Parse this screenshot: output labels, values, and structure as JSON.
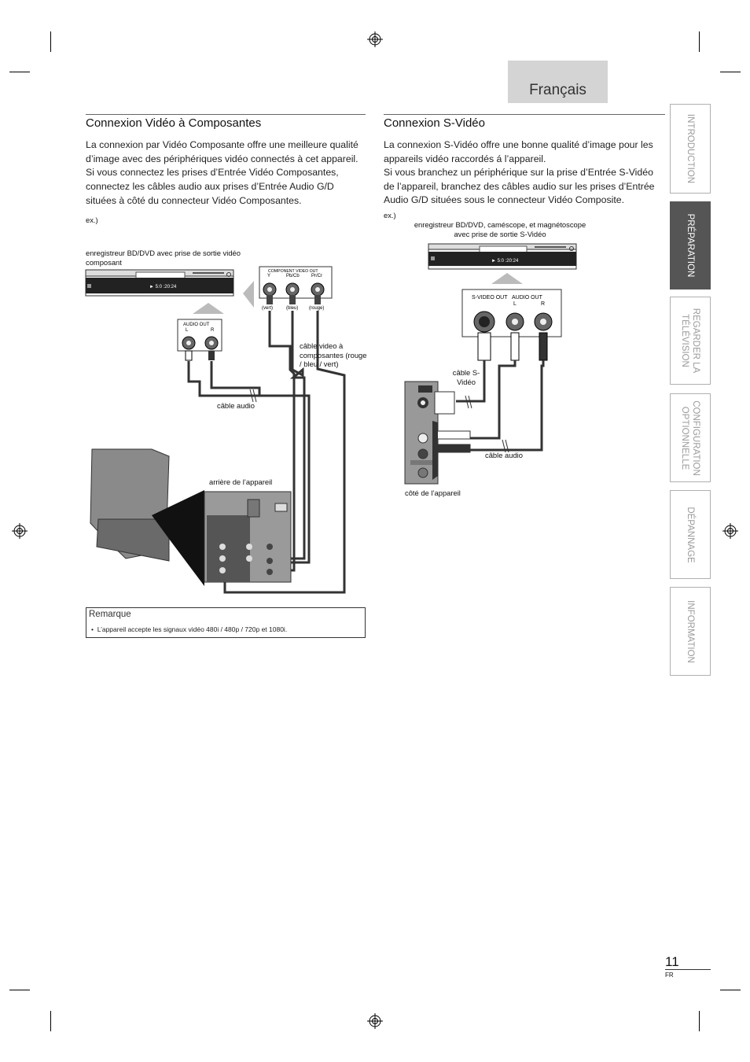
{
  "language_tab": "Français",
  "left": {
    "title": "Connexion Vidéo à Composantes",
    "paragraph": "La connexion par Vidéo Composante offre une meilleure qualité d’image avec des périphériques vidéo connectés à cet appareil. Si vous connectez les prises d’Entrée Vidéo Composantes, connectez les câbles audio aux prises d’Entrée Audio G/D situées à côté du connecteur Vidéo Composantes.",
    "example": "ex.)",
    "device_label": "enregistreur BD/DVD avec prise de sortie vidéo composant",
    "device_display": "►  5:0 :20:24",
    "component_out": "COMPONENT VIDEO OUT",
    "y": "Y",
    "pb": "Pb/Cb",
    "pr": "Pr/Cr",
    "vert": "(vert)",
    "bleu": "(bleu)",
    "rouge": "(rouge)",
    "audio_out": "AUDIO OUT",
    "l": "L",
    "r": "R",
    "component_cable": "câble video à composantes (rouge / bleu / vert)",
    "audio_cable": "câble audio",
    "rear_label": "arrière de l’appareil"
  },
  "note": {
    "title": "Remarque",
    "text": "L’appareil accepte les signaux vidéo 480i / 480p / 720p et 1080i."
  },
  "right": {
    "title": "Connexion S-Vidéo",
    "paragraph1": "La connexion S-Vidéo offre une bonne qualité d’image pour les appareils vidéo raccordés á l’appareil.",
    "paragraph2": "Si vous branchez un périphérique sur la prise d’Entrée S-Vidéo de l’appareil, branchez des câbles audio sur les prises d’Entrée Audio G/D situées sous le connecteur Vidéo Composite.",
    "example": "ex.)",
    "device_label": "enregistreur BD/DVD, caméscope, et magnétoscope avec prise de sortie S-Vidéo",
    "device_display": "►  5:0 :20:24",
    "svideo_out": "S-VIDEO OUT",
    "audio_out": "AUDIO OUT",
    "l": "L",
    "r": "R",
    "svideo_cable": "câble S-Vidéo",
    "audio_cable": "câble audio",
    "side_label": "côté de l’appareil"
  },
  "side_tabs": [
    {
      "label": "INTRODUCTION"
    },
    {
      "label": "PRÉPARATION"
    },
    {
      "label": "REGARDER LA TÉLÉVISION"
    },
    {
      "label": "CONFIGURATION OPTIONNELLE"
    },
    {
      "label": "DÉPANNAGE"
    },
    {
      "label": "INFORMATION"
    }
  ],
  "page_number": "11",
  "page_lang": "FR",
  "colors": {
    "active_tab": "#555555",
    "language_tab": "#d4d4d4",
    "cable": "#333333"
  }
}
